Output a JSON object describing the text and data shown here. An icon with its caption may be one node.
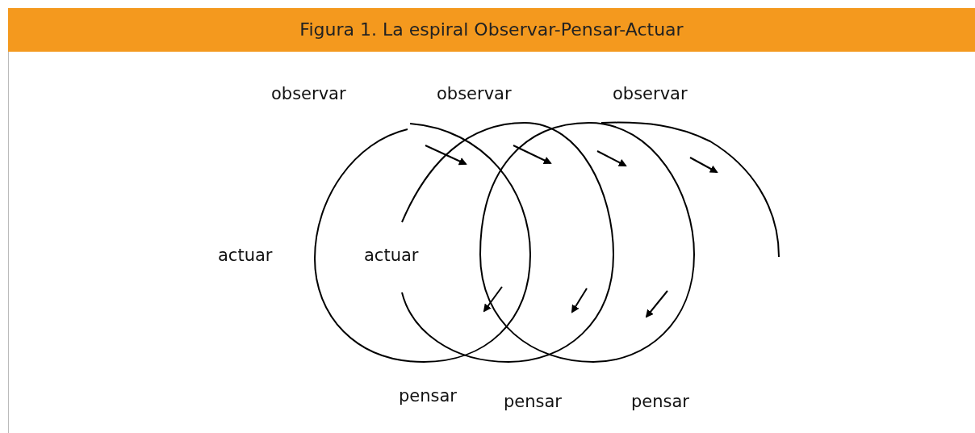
{
  "diagram": {
    "title": "Figura 1. La espiral Observar-Pensar-Actuar",
    "labels": [
      "observar",
      "observar",
      "observar",
      "actuar",
      "actuar",
      "pensar",
      "pensar",
      "pensar"
    ]
  }
}
